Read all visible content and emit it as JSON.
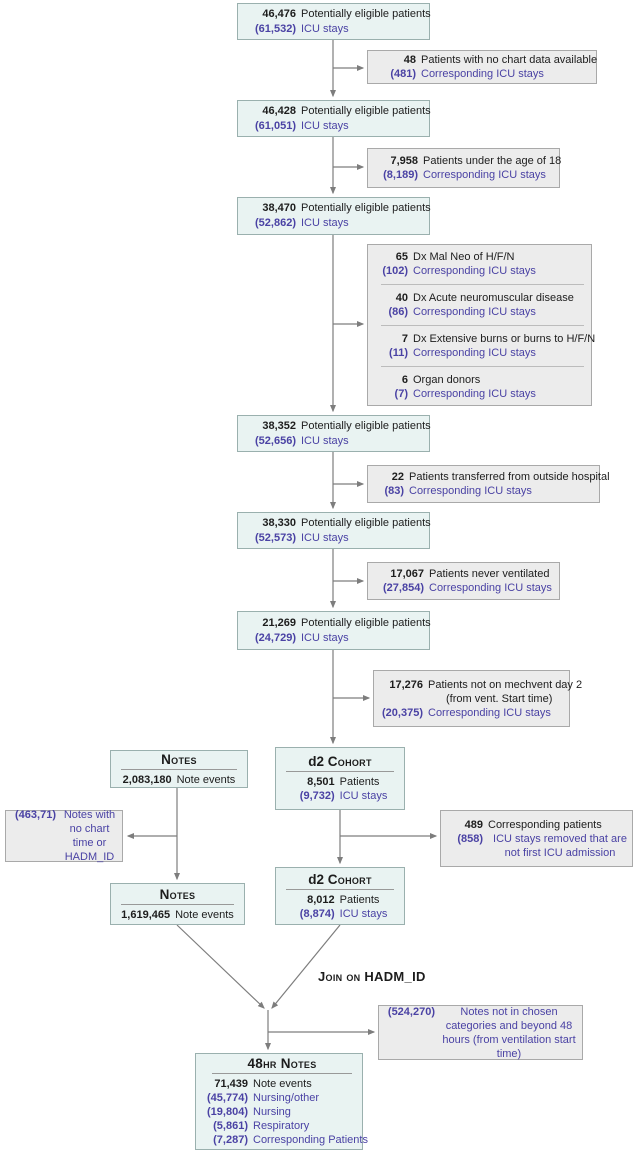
{
  "colors": {
    "accent_purple": "#4a42a4",
    "main_box_bg": "#e9f3f2",
    "side_box_bg": "#ececec",
    "arrow_gray": "#7d7d7d"
  },
  "flow": {
    "main_boxes": [
      {
        "n1": "46,476",
        "l1": "Potentially eligible patients",
        "n2": "(61,532)",
        "l2": "ICU stays"
      },
      {
        "n1": "46,428",
        "l1": "Potentially eligible patients",
        "n2": "(61,051)",
        "l2": "ICU stays"
      },
      {
        "n1": "38,470",
        "l1": "Potentially eligible patients",
        "n2": "(52,862)",
        "l2": "ICU stays"
      },
      {
        "n1": "38,352",
        "l1": "Potentially eligible patients",
        "n2": "(52,656)",
        "l2": "ICU stays"
      },
      {
        "n1": "38,330",
        "l1": "Potentially eligible patients",
        "n2": "(52,573)",
        "l2": "ICU stays"
      },
      {
        "n1": "21,269",
        "l1": "Potentially eligible patients",
        "n2": "(24,729)",
        "l2": "ICU stays"
      }
    ],
    "side_boxes": [
      {
        "n1": "48",
        "l1": "Patients with no chart data available",
        "n2": "(481)",
        "l2": "Corresponding ICU stays"
      },
      {
        "n1": "7,958",
        "l1": "Patients under the age of 18",
        "n2": "(8,189)",
        "l2": "Corresponding ICU stays"
      },
      {
        "n1": "22",
        "l1": "Patients transferred from outside hospital",
        "n2": "(83)",
        "l2": "Corresponding ICU stays"
      },
      {
        "n1": "17,067",
        "l1": "Patients never ventilated",
        "n2": "(27,854)",
        "l2": "Corresponding ICU stays"
      }
    ],
    "exclusion_group": [
      {
        "n1": "65",
        "l1": "Dx Mal Neo of H/F/N",
        "n2": "(102)",
        "l2": "Corresponding ICU stays"
      },
      {
        "n1": "40",
        "l1": "Dx Acute neuromuscular disease",
        "n2": "(86)",
        "l2": "Corresponding ICU stays"
      },
      {
        "n1": "7",
        "l1": "Dx Extensive burns or burns to H/F/N",
        "n2": "(11)",
        "l2": "Corresponding ICU stays"
      },
      {
        "n1": "6",
        "l1": "Organ donors",
        "n2": "(7)",
        "l2": "Corresponding ICU stays"
      }
    ],
    "mechvent_box": {
      "n1": "17,276",
      "l1": "Patients not on mechvent day 2",
      "l1b": "(from vent. Start time)",
      "n2": "(20,375)",
      "l2": "Corresponding ICU stays"
    },
    "notes1": {
      "title": "Notes",
      "n1": "2,083,180",
      "l1": "Note events"
    },
    "notes2": {
      "title": "Notes",
      "n1": "1,619,465",
      "l1": "Note events"
    },
    "d2_cohort1": {
      "title_d": "d2",
      "title_rest": "Cohort",
      "n1": "8,501",
      "l1": "Patients",
      "n2": "(9,732)",
      "l2": "ICU stays"
    },
    "d2_cohort2": {
      "title_d": "d2",
      "title_rest": "Cohort",
      "n1": "8,012",
      "l1": "Patients",
      "n2": "(8,874)",
      "l2": "ICU stays"
    },
    "notes_excluded": {
      "n1": "(463,71)",
      "l1": "Notes with no chart time or HADM_ID"
    },
    "not_first_admission": {
      "n1": "489",
      "l1": "Corresponding patients",
      "n2": "(858)",
      "l2": "ICU stays removed that are not first ICU admission"
    },
    "join_label": "Join on HADM_ID",
    "notes_not_chosen": {
      "n1": "(524,270)",
      "l1": "Notes not in chosen categories and beyond 48 hours (from ventilation start time)"
    },
    "notes48": {
      "title": "48hr Notes",
      "rows": [
        {
          "n": "71,439",
          "l": "Note events"
        },
        {
          "n": "(45,774)",
          "l": "Nursing/other"
        },
        {
          "n": "(19,804)",
          "l": "Nursing"
        },
        {
          "n": "(5,861)",
          "l": "Respiratory"
        },
        {
          "n": "(7,287)",
          "l": "Corresponding Patients"
        }
      ]
    }
  }
}
